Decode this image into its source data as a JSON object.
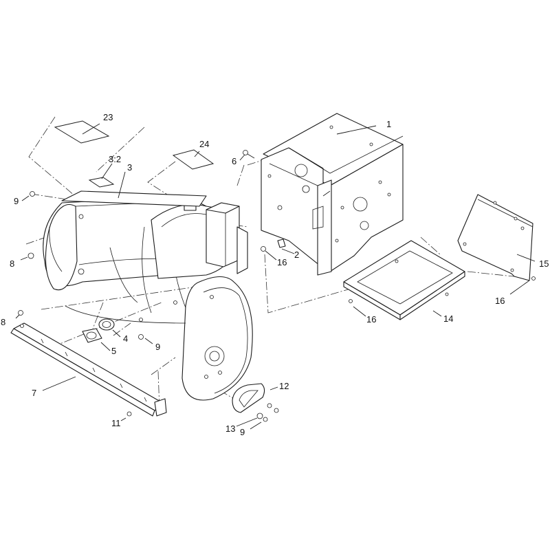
{
  "callouts": {
    "p1": "1",
    "p2": "2",
    "p3": "3",
    "p3_2": "3:2",
    "p4": "4",
    "p5": "5",
    "p6": "6",
    "p7": "7",
    "p8a": "8",
    "p8b": "8",
    "p9a": "9",
    "p9b": "9",
    "p9c": "9",
    "p11": "11",
    "p12": "12",
    "p13": "13",
    "p14": "14",
    "p15": "15",
    "p16a": "16",
    "p16b": "16",
    "p16c": "16",
    "p23": "23",
    "p24": "24"
  }
}
